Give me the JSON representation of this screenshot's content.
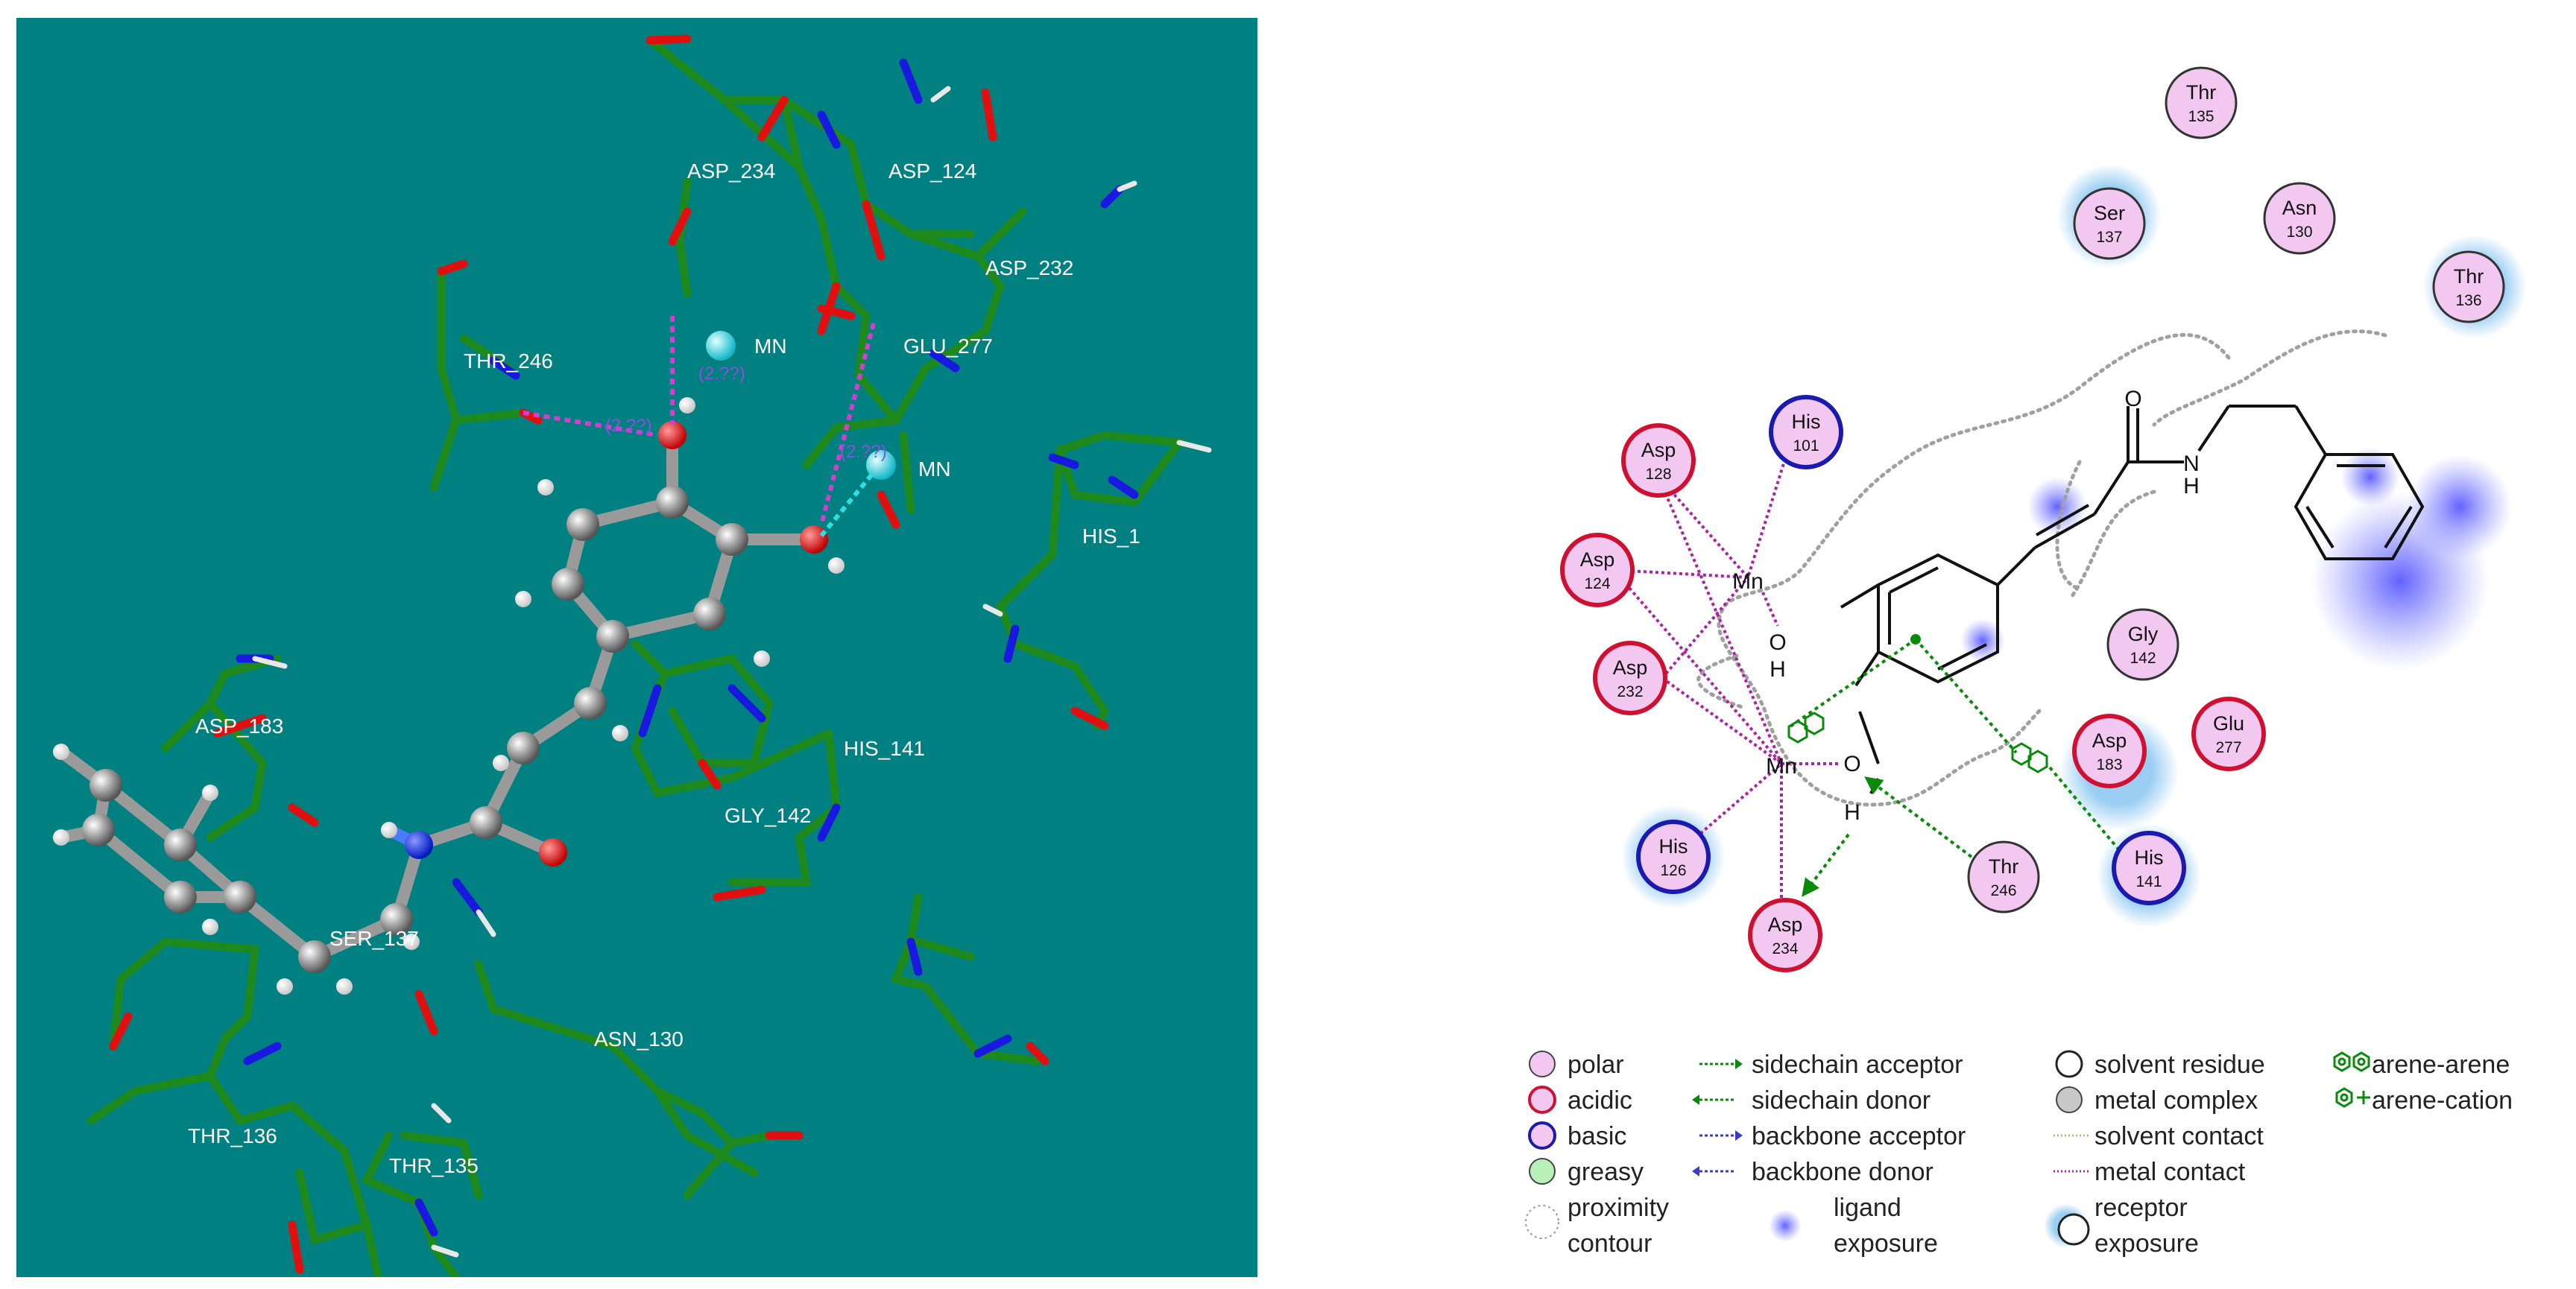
{
  "view3d": {
    "labels": {
      "asp234": "ASP_234",
      "asp124": "ASP_124",
      "asp232": "ASP_232",
      "glu277": "GLU_277",
      "thr246": "THR_246",
      "mn1": "MN",
      "mn2": "MN",
      "his_partial": "HIS_1",
      "asp183": "ASP_183",
      "his141": "HIS_141",
      "gly142": "GLY_142",
      "asn130": "ASN_130",
      "thr135": "THR_135",
      "thr136": "THR_136",
      "ser137": "SER_137"
    },
    "distances": {
      "d1": "(2.??)",
      "d2": "(2.??)",
      "d3": "(2.??)"
    }
  },
  "diagram2d": {
    "residues": {
      "thr135": {
        "name": "Thr",
        "num": "135"
      },
      "ser137": {
        "name": "Ser",
        "num": "137"
      },
      "asn130": {
        "name": "Asn",
        "num": "130"
      },
      "thr136": {
        "name": "Thr",
        "num": "136"
      },
      "asp128": {
        "name": "Asp",
        "num": "128"
      },
      "his101": {
        "name": "His",
        "num": "101"
      },
      "asp124": {
        "name": "Asp",
        "num": "124"
      },
      "asp232": {
        "name": "Asp",
        "num": "232"
      },
      "gly142": {
        "name": "Gly",
        "num": "142"
      },
      "asp183": {
        "name": "Asp",
        "num": "183"
      },
      "glu277": {
        "name": "Glu",
        "num": "277"
      },
      "his126": {
        "name": "His",
        "num": "126"
      },
      "thr246": {
        "name": "Thr",
        "num": "246"
      },
      "his141": {
        "name": "His",
        "num": "141"
      },
      "asp234": {
        "name": "Asp",
        "num": "234"
      }
    },
    "atoms": {
      "mn_top": "Mn",
      "mn_bottom": "Mn",
      "o_top": "O",
      "h_top": "H",
      "o_bottom": "O",
      "h_bottom": "H",
      "o_carbonyl": "O",
      "n_amide": "N",
      "h_amide": "H"
    }
  },
  "legend": {
    "polar": "polar",
    "acidic": "acidic",
    "basic": "basic",
    "greasy": "greasy",
    "proximity_1": "proximity",
    "proximity_2": "contour",
    "sidechain_acceptor": "sidechain acceptor",
    "sidechain_donor": "sidechain donor",
    "backbone_acceptor": "backbone acceptor",
    "backbone_donor": "backbone donor",
    "ligand_1": "ligand",
    "ligand_2": "exposure",
    "solvent_residue": "solvent residue",
    "metal_complex": "metal complex",
    "solvent_contact": "solvent contact",
    "metal_contact": "metal contact",
    "receptor_1": "receptor",
    "receptor_2": "exposure",
    "arene_arene": "arene-arene",
    "arene_cation": "arene-cation"
  },
  "colors": {
    "background_3d": "#008080",
    "carbon_stick": "#1e8a1e",
    "oxygen": "#e01010",
    "nitrogen": "#1818e0",
    "metal": "#20e0e0",
    "polar_fill": "#f2c8f0",
    "acidic_stroke": "#d01030",
    "basic_stroke": "#1a1ab0",
    "greasy_fill": "#b8f0b8",
    "metal_contact": "#b020a0",
    "sidechain": "#0a8a0a"
  }
}
